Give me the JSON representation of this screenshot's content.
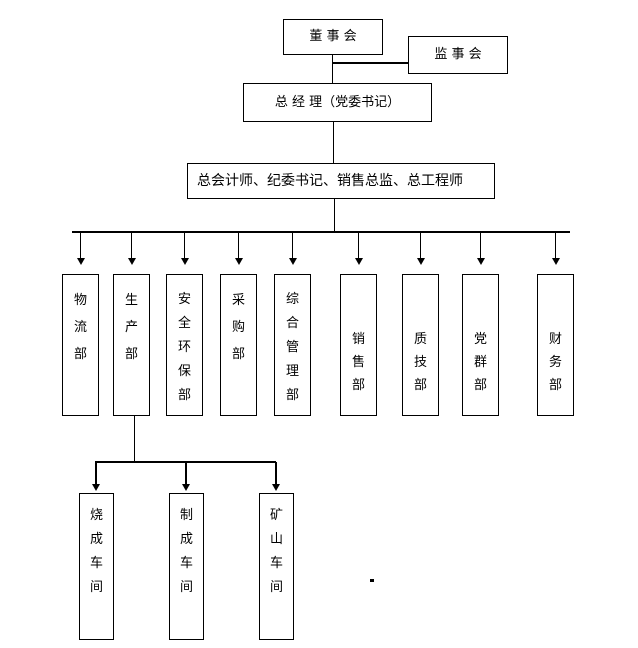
{
  "diagram": {
    "board": {
      "label": "董 事 会"
    },
    "supervisory_board": {
      "label": "监 事 会"
    },
    "general_manager": {
      "label": "总 经 理（党委书记）"
    },
    "executives": {
      "label": "总会计师、纪委书记、销售总监、总工程师"
    },
    "departments": [
      {
        "label": "物流部"
      },
      {
        "label": "生产部"
      },
      {
        "label": "安全环保部"
      },
      {
        "label": "采购部"
      },
      {
        "label": "综合管理部"
      },
      {
        "label": "销售部"
      },
      {
        "label": "质技部"
      },
      {
        "label": "党群部"
      },
      {
        "label": "财务部"
      }
    ],
    "workshops": [
      {
        "label": "烧成车间"
      },
      {
        "label": "制成车间"
      },
      {
        "label": "矿山车间"
      }
    ],
    "colors": {
      "line": "#000000",
      "text": "#000000",
      "background": "#ffffff"
    }
  }
}
